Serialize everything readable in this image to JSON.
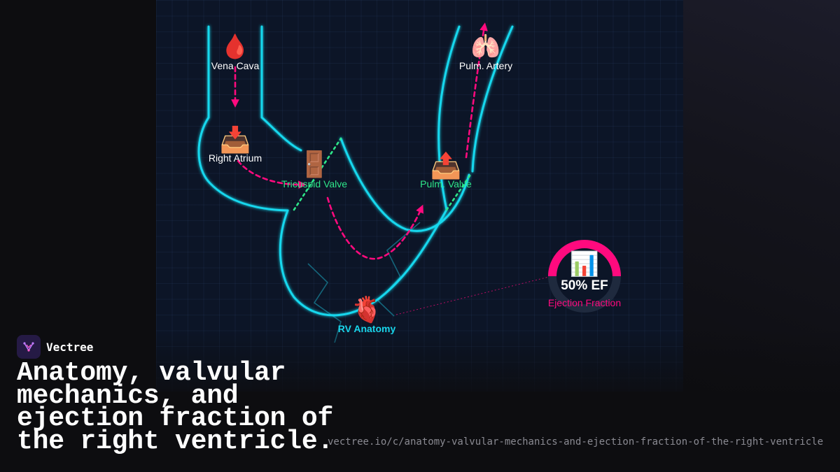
{
  "diagram": {
    "nodes": {
      "vena_cava": {
        "label": "Vena Cava",
        "icon": "drop-of-blood",
        "glyph": "🩸"
      },
      "right_atrium": {
        "label": "Right Atrium",
        "icon": "inbox-tray",
        "glyph": "📥"
      },
      "tricuspid_valve": {
        "label": "Tricuspid Valve",
        "icon": "door",
        "glyph": "🚪"
      },
      "pulm_valve": {
        "label": "Pulm. Valve",
        "icon": "outbox-tray",
        "glyph": "📤"
      },
      "pulm_artery": {
        "label": "Pulm. Artery",
        "icon": "lungs",
        "glyph": "🫁"
      },
      "rv_anatomy": {
        "label": "RV Anatomy",
        "icon": "anatomical-heart",
        "glyph": "🫀"
      }
    },
    "gauge": {
      "value_text": "50% EF",
      "label": "Ejection Fraction",
      "fraction": 0.5,
      "icon": "bar-chart",
      "glyph": "📊"
    },
    "colors": {
      "outline": "#19d8ee",
      "flow": "#ff0a7e",
      "valve": "#2ee68a",
      "gauge_fill": "#ff0a7e",
      "gauge_track": "#1f2a3e",
      "label": "#ffffff",
      "valve_label": "#2ee68a",
      "anatomy_label": "#19d8ee",
      "gauge_label": "#ff0a7e"
    }
  },
  "brand": {
    "name": "Vectree",
    "icon": "vectree-logo"
  },
  "headline": "Anatomy, valvular mechanics, and ejection fraction of the right ventricle.",
  "url": "vectree.io/c/anatomy-valvular-mechanics-and-ejection-fraction-of-the-right-ventricle"
}
